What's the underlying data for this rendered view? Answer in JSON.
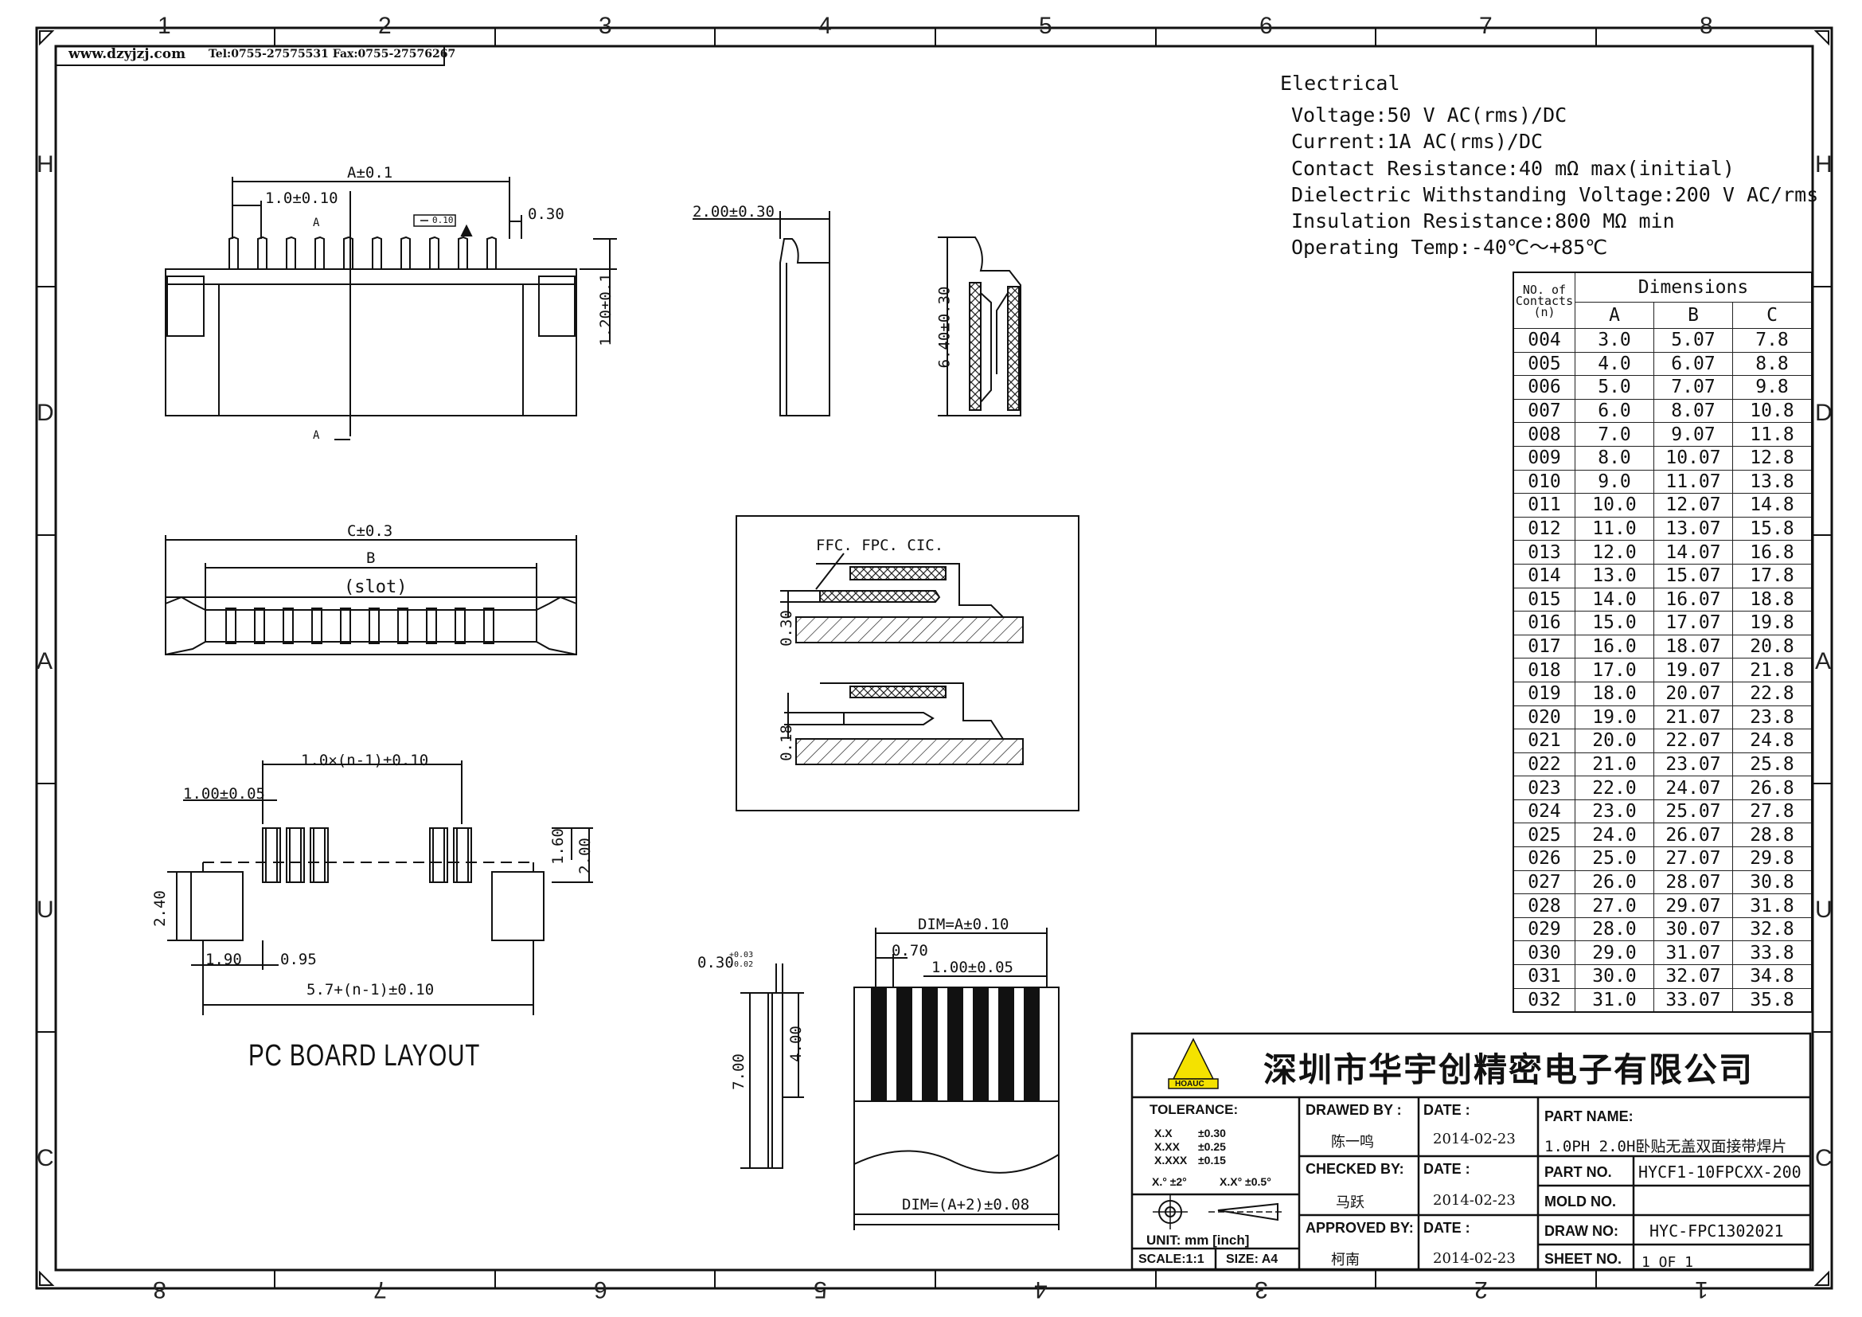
{
  "header": {
    "website": "www.dzyjzj.com",
    "contact": "Tel:0755-27575531  Fax:0755-27576267"
  },
  "zones": {
    "top": [
      "1",
      "2",
      "3",
      "4",
      "5",
      "6",
      "7",
      "8"
    ],
    "bottom": [
      "8",
      "7",
      "6",
      "5",
      "4",
      "3",
      "2",
      "1"
    ],
    "left": [
      "H",
      "D",
      "A",
      "U",
      "C"
    ],
    "right": [
      "H",
      "D",
      "A",
      "U",
      "C"
    ]
  },
  "electrical": {
    "heading": "Electrical",
    "lines": [
      "Voltage:50 V AC(rms)/DC",
      "Current:1A AC(rms)/DC",
      "Contact Resistance:40 mΩ  max(initial)",
      "Dielectric Withstanding Voltage:200 V AC/rms",
      "Insulation Resistance:800 MΩ  min",
      "Operating Temp:-40℃～+85℃"
    ]
  },
  "dimensions_table": {
    "title": "Dimensions",
    "count_header": "NO. of Contacts (n)",
    "columns": [
      "A",
      "B",
      "C"
    ],
    "rows": [
      [
        "004",
        "3.0",
        "5.07",
        "7.8"
      ],
      [
        "005",
        "4.0",
        "6.07",
        "8.8"
      ],
      [
        "006",
        "5.0",
        "7.07",
        "9.8"
      ],
      [
        "007",
        "6.0",
        "8.07",
        "10.8"
      ],
      [
        "008",
        "7.0",
        "9.07",
        "11.8"
      ],
      [
        "009",
        "8.0",
        "10.07",
        "12.8"
      ],
      [
        "010",
        "9.0",
        "11.07",
        "13.8"
      ],
      [
        "011",
        "10.0",
        "12.07",
        "14.8"
      ],
      [
        "012",
        "11.0",
        "13.07",
        "15.8"
      ],
      [
        "013",
        "12.0",
        "14.07",
        "16.8"
      ],
      [
        "014",
        "13.0",
        "15.07",
        "17.8"
      ],
      [
        "015",
        "14.0",
        "16.07",
        "18.8"
      ],
      [
        "016",
        "15.0",
        "17.07",
        "19.8"
      ],
      [
        "017",
        "16.0",
        "18.07",
        "20.8"
      ],
      [
        "018",
        "17.0",
        "19.07",
        "21.8"
      ],
      [
        "019",
        "18.0",
        "20.07",
        "22.8"
      ],
      [
        "020",
        "19.0",
        "21.07",
        "23.8"
      ],
      [
        "021",
        "20.0",
        "22.07",
        "24.8"
      ],
      [
        "022",
        "21.0",
        "23.07",
        "25.8"
      ],
      [
        "023",
        "22.0",
        "24.07",
        "26.8"
      ],
      [
        "024",
        "23.0",
        "25.07",
        "27.8"
      ],
      [
        "025",
        "24.0",
        "26.07",
        "28.8"
      ],
      [
        "026",
        "25.0",
        "27.07",
        "29.8"
      ],
      [
        "027",
        "26.0",
        "28.07",
        "30.8"
      ],
      [
        "028",
        "27.0",
        "29.07",
        "31.8"
      ],
      [
        "029",
        "28.0",
        "30.07",
        "32.8"
      ],
      [
        "030",
        "29.0",
        "31.07",
        "33.8"
      ],
      [
        "031",
        "30.0",
        "32.07",
        "34.8"
      ],
      [
        "032",
        "31.0",
        "33.07",
        "35.8"
      ]
    ]
  },
  "drawing_labels": {
    "a_tol": "A±0.1",
    "pitch_tol": "1.0±0.10",
    "pin_w": "0.30",
    "flat": "0.10",
    "section_a": "A",
    "height_120": "1.20±0.1",
    "width_200": "2.00±0.30",
    "height_640": "6.40±0.30",
    "c_tol": "C±0.3",
    "b": "B",
    "slot": "(slot)",
    "fpc": "FFC. FPC. CIC.",
    "d030": "0.30",
    "d018": "0.18",
    "pcb_pitch": "1.0×(n-1)±0.10",
    "pcb_pad": "1.00±0.05",
    "pcb_160": "1.60",
    "pcb_200": "2.00",
    "pcb_240": "2.40",
    "pcb_190": "1.90",
    "pcb_095": "0.95",
    "pcb_total": "5.7+(n-1)±0.10",
    "pcb_title": "PC BOARD LAYOUT",
    "fpc_thk": "0.30",
    "fpc_thk_plus": "+0.03",
    "fpc_thk_minus": "-0.02",
    "fpc_700": "7.00",
    "fpc_400": "4.00",
    "fpc_dim_a": "DIM=A±0.10",
    "fpc_070": "0.70",
    "fpc_pitch": "1.00±0.05",
    "fpc_dim_a2": "DIM=(A+2)±0.08"
  },
  "title_block": {
    "company": "深圳市华宇创精密电子有限公司",
    "logo_text": "HOAUC",
    "tolerance_label": "TOLERANCE:",
    "tol_lines": [
      [
        "X.X",
        "±0.30"
      ],
      [
        "X.XX",
        "±0.25"
      ],
      [
        "X.XXX",
        "±0.15"
      ]
    ],
    "angle_tol": [
      "X.°  ±2°",
      "X.X°  ±0.5°"
    ],
    "unit": "UNIT:  mm  [inch]",
    "scale": "SCALE:1:1",
    "size": "SIZE:  A4",
    "drawn_by_label": "DRAWED BY :",
    "drawn_by": "陈一鸣",
    "checked_by_label": "CHECKED BY:",
    "checked_by": "马跃",
    "approved_by_label": "APPROVED BY:",
    "approved_by": "柯南",
    "date_label": "DATE :",
    "date1": "2014-02-23",
    "date2": "2014-02-23",
    "date3": "2014-02-23",
    "part_name_label": "PART NAME:",
    "part_name": "1.0PH 2.0H卧贴无盖双面接带焊片",
    "part_no_label": "PART NO.",
    "part_no": "HYCF1-10FPCXX-200",
    "mold_no_label": "MOLD NO.",
    "mold_no": "",
    "draw_no_label": "DRAW NO:",
    "draw_no": "HYC-FPC1302021",
    "sheet_no_label": "SHEET NO.",
    "sheet_no": "1 OF 1"
  }
}
